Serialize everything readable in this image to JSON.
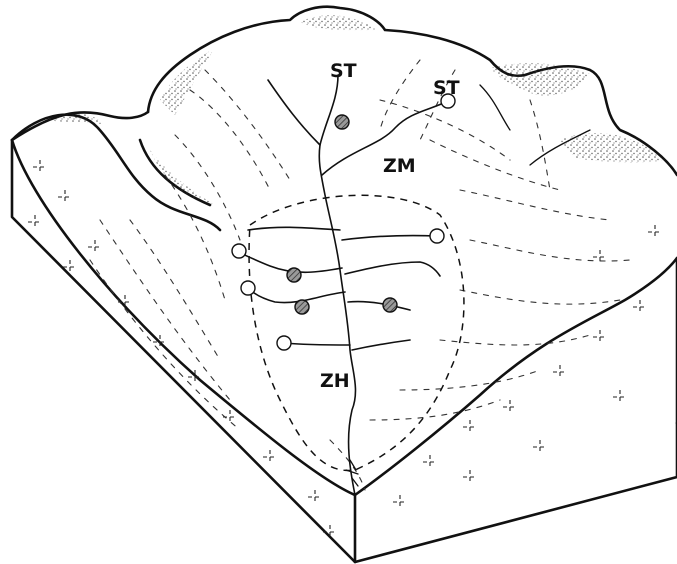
{
  "labels": {
    "st_left": "ST",
    "st_right": "ST",
    "zm": "ZM",
    "zh": "ZH"
  },
  "colors": {
    "ink": "#111111",
    "hatched_fill": "#8a8a8a",
    "open_fill": "#ffffff"
  },
  "wells": {
    "open_count": 5,
    "hatched_count": 4
  },
  "icons": {
    "open_circle": "open-well-icon",
    "hatched_circle": "hatched-well-icon"
  }
}
